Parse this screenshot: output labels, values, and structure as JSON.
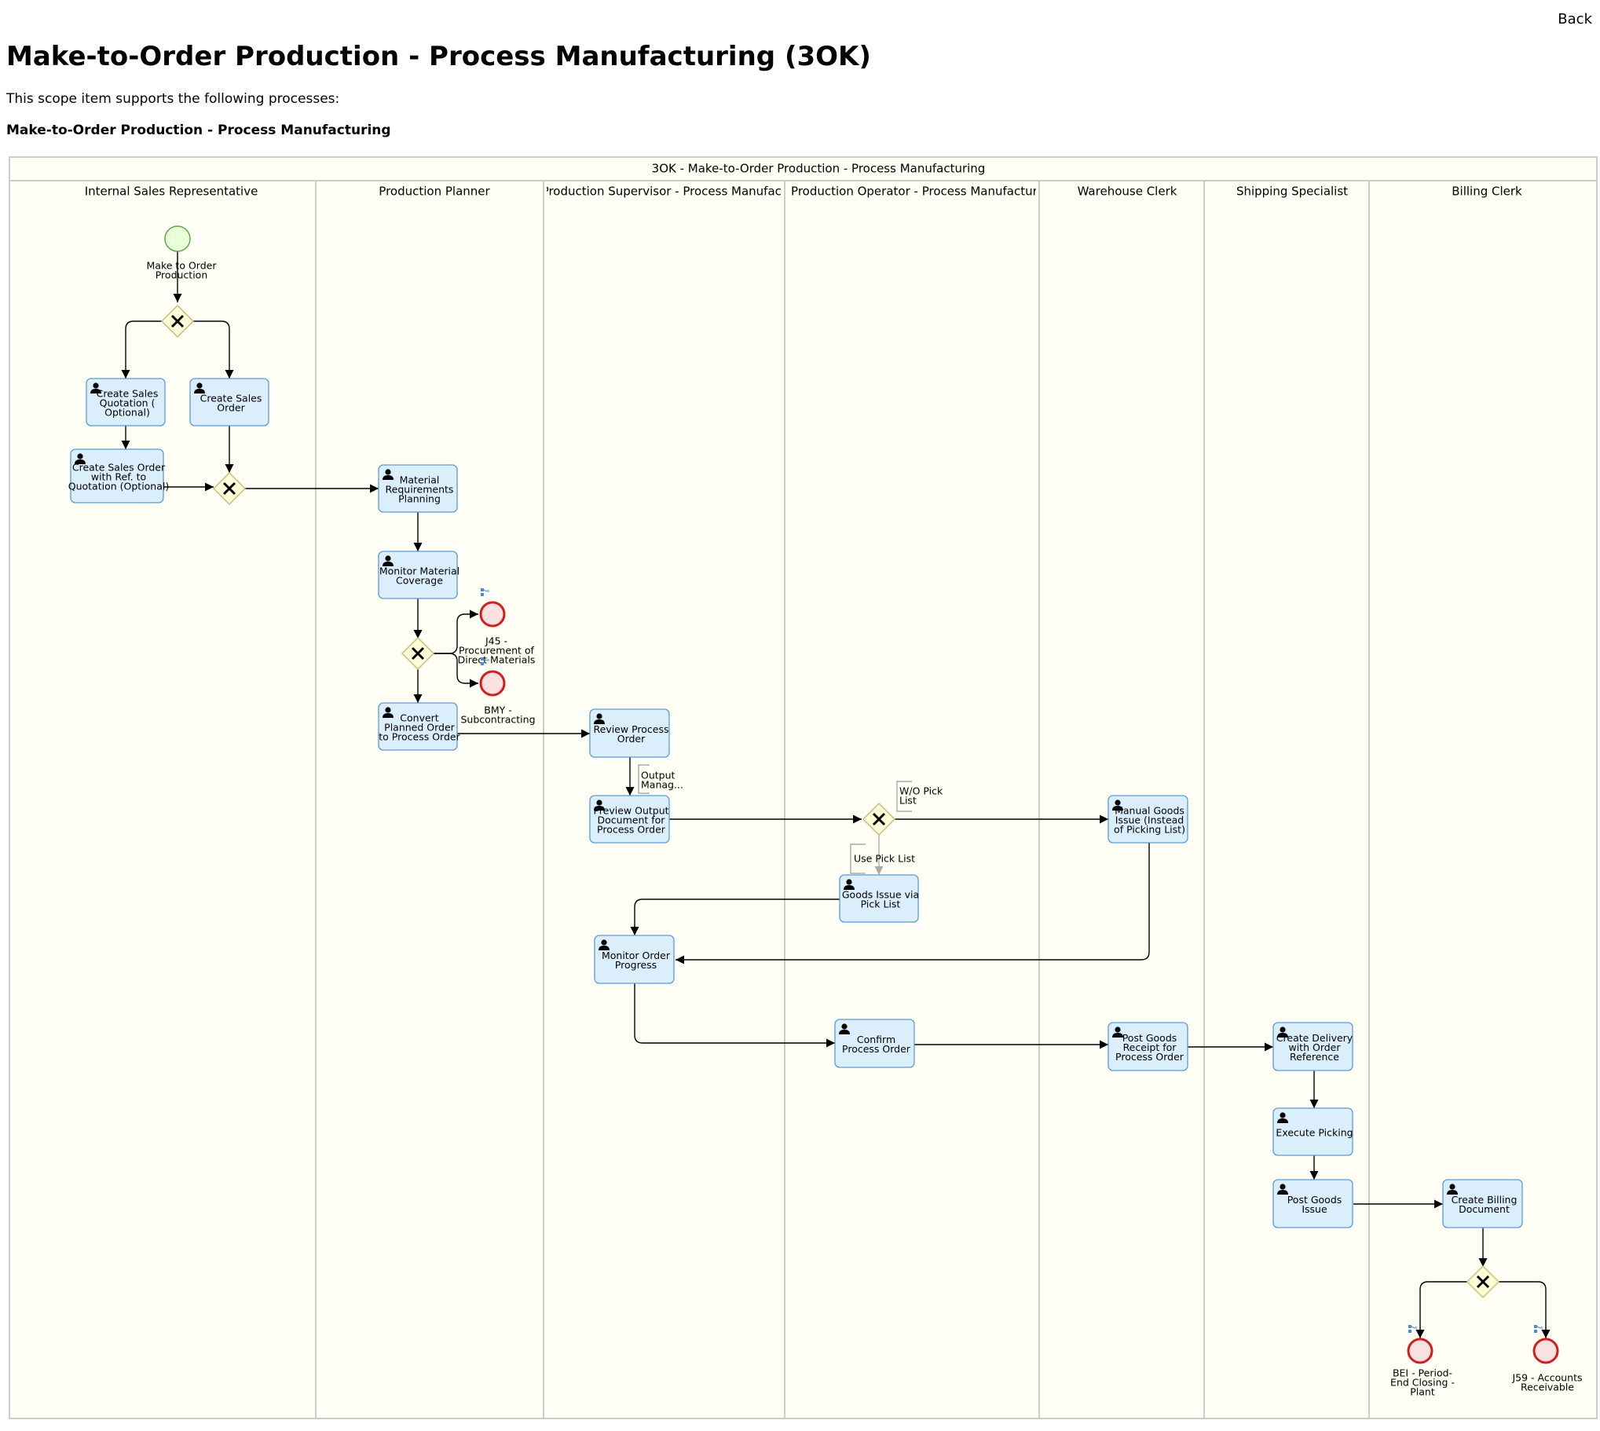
{
  "nav": {
    "back_label": "Back"
  },
  "page": {
    "title": "Make-to-Order Production - Process Manufacturing (3OK)",
    "intro": "This scope item supports the following processes:",
    "process_name": "Make-to-Order Production - Process Manufacturing"
  },
  "diagram": {
    "pool_title": "3OK - Make-to-Order Production - Process Manufacturing",
    "lanes": [
      {
        "id": "lane-internal-sales",
        "title": "Internal Sales Representative"
      },
      {
        "id": "lane-production-planner",
        "title": "Production Planner"
      },
      {
        "id": "lane-production-supervisor",
        "title": "Production Supervisor - Process Manufactu"
      },
      {
        "id": "lane-production-operator",
        "title": "Production Operator - Process Manufacturi"
      },
      {
        "id": "lane-warehouse-clerk",
        "title": "Warehouse Clerk"
      },
      {
        "id": "lane-shipping-specialist",
        "title": "Shipping Specialist"
      },
      {
        "id": "lane-billing-clerk",
        "title": "Billing Clerk"
      }
    ],
    "start_event": {
      "label": [
        "Make to Order",
        "Production"
      ]
    },
    "tasks": [
      {
        "id": "create-sales-quotation",
        "lines": [
          "Create Sales",
          "Quotation (",
          "Optional)"
        ]
      },
      {
        "id": "create-sales-order",
        "lines": [
          "Create Sales",
          "Order"
        ]
      },
      {
        "id": "create-sales-order-ref",
        "lines": [
          "Create Sales Order",
          "with Ref. to",
          "Quotation (Optional)"
        ]
      },
      {
        "id": "material-requirements-planning",
        "lines": [
          "Material",
          "Requirements",
          "Planning"
        ]
      },
      {
        "id": "monitor-material-coverage",
        "lines": [
          "Monitor Material",
          "Coverage"
        ]
      },
      {
        "id": "convert-planned-order",
        "lines": [
          "Convert",
          "Planned Order",
          "to Process Order"
        ]
      },
      {
        "id": "review-process-order",
        "lines": [
          "Review Process",
          "Order"
        ]
      },
      {
        "id": "preview-output-document",
        "lines": [
          "Preview Output",
          "Document for",
          "Process Order"
        ]
      },
      {
        "id": "goods-issue-pick-list",
        "lines": [
          "Goods Issue via",
          "Pick List"
        ]
      },
      {
        "id": "manual-goods-issue",
        "lines": [
          "Manual Goods",
          "Issue (Instead",
          "of Picking List)"
        ]
      },
      {
        "id": "monitor-order-progress",
        "lines": [
          "Monitor Order",
          "Progress"
        ]
      },
      {
        "id": "confirm-process-order",
        "lines": [
          "Confirm",
          "Process Order"
        ]
      },
      {
        "id": "post-goods-receipt",
        "lines": [
          "Post Goods",
          "Receipt for",
          "Process Order"
        ]
      },
      {
        "id": "create-delivery",
        "lines": [
          "Create Delivery",
          "with Order",
          "Reference"
        ]
      },
      {
        "id": "execute-picking",
        "lines": [
          "Execute Picking"
        ]
      },
      {
        "id": "post-goods-issue",
        "lines": [
          "Post Goods",
          "Issue"
        ]
      },
      {
        "id": "create-billing-document",
        "lines": [
          "Create Billing",
          "Document"
        ]
      }
    ],
    "end_events": [
      {
        "id": "end-j45",
        "lines": [
          "J45 -",
          "Procurement of",
          "Direct Materials"
        ]
      },
      {
        "id": "end-bmy",
        "lines": [
          "BMY -",
          "Subcontracting"
        ]
      },
      {
        "id": "end-bei",
        "lines": [
          "BEI - Period-",
          "End Closing -",
          "Plant"
        ]
      },
      {
        "id": "end-j59",
        "lines": [
          "J59 - Accounts",
          "Receivable"
        ]
      }
    ],
    "flow_labels": [
      {
        "id": "label-output",
        "lines": [
          "Output",
          "Manag..."
        ]
      },
      {
        "id": "label-wo-pick",
        "lines": [
          "W/O Pick",
          "List"
        ]
      },
      {
        "id": "label-use-pick",
        "lines": [
          "Use Pick List"
        ]
      }
    ],
    "colors": {
      "lane_fill": "#fffff5",
      "lane_stroke": "#cccccc",
      "task_fill": "#dbeefc",
      "task_stroke": "#5b9bd5",
      "gateway_fill": "#fffbd6",
      "gateway_stroke": "#c8bd7a",
      "start_fill": "#e8ffd8",
      "start_stroke": "#5fa84a",
      "end_fill": "#fde0e0",
      "end_stroke": "#d11f1f",
      "flow": "#000000"
    }
  }
}
